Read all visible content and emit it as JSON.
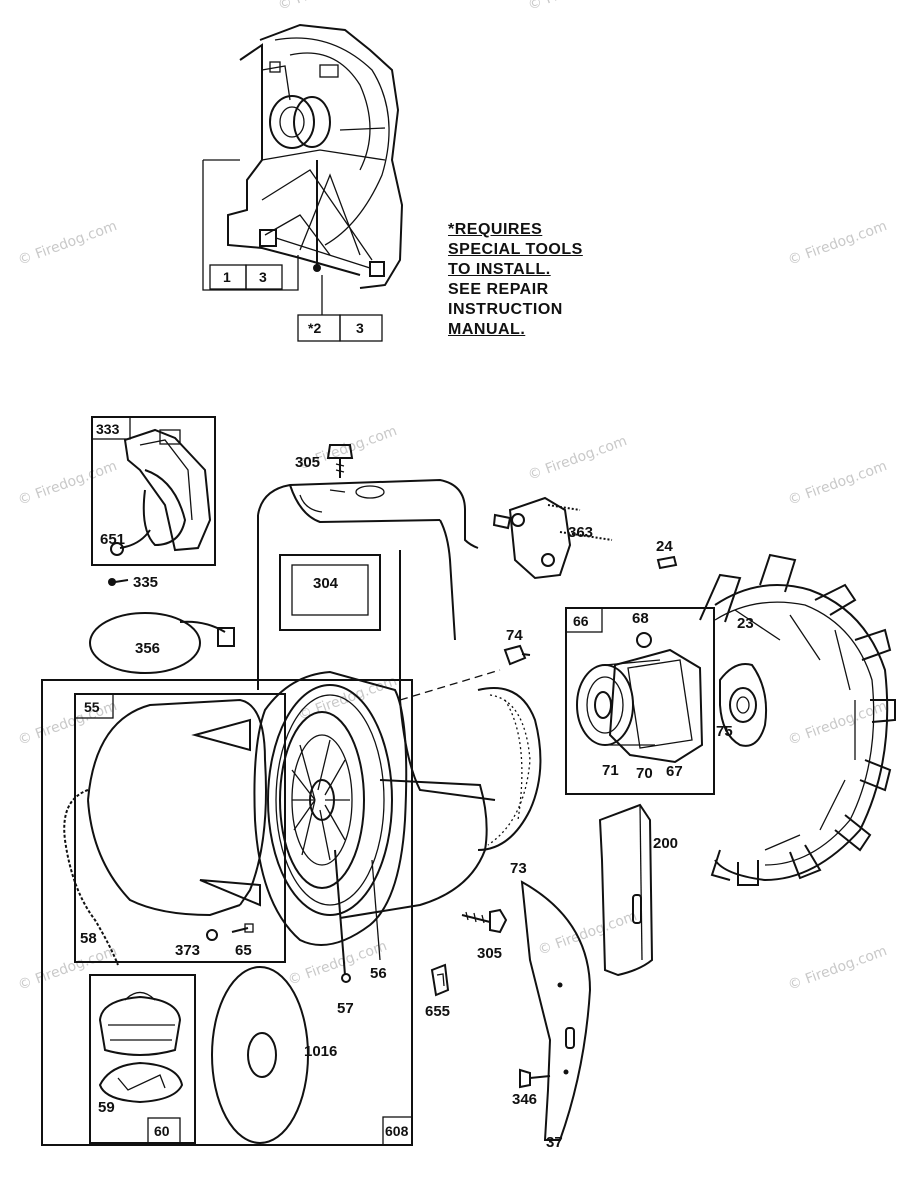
{
  "watermark": "© Firedog.com",
  "note": {
    "lines": [
      "*REQUIRES",
      "SPECIAL TOOLS",
      "TO INSTALL.",
      "SEE REPAIR",
      "INSTRUCTION",
      "MANUAL."
    ]
  },
  "ref_boxes": {
    "b1": "1",
    "b3a": "3",
    "b2": "*2",
    "b3b": "3",
    "b333": "333",
    "b55": "55",
    "b66": "66",
    "b60": "60",
    "b608": "608"
  },
  "labels": {
    "p305a": "305",
    "p304": "304",
    "p363": "363",
    "p24": "24",
    "p651": "651",
    "p335": "335",
    "p356": "356",
    "p74": "74",
    "p68": "68",
    "p23": "23",
    "p75": "75",
    "p71": "71",
    "p70": "70",
    "p67": "67",
    "p200": "200",
    "p73": "73",
    "p305b": "305",
    "p58": "58",
    "p373": "373",
    "p65": "65",
    "p56": "56",
    "p57": "57",
    "p655": "655",
    "p1016": "1016",
    "p59": "59",
    "p346": "346",
    "p37": "37"
  }
}
